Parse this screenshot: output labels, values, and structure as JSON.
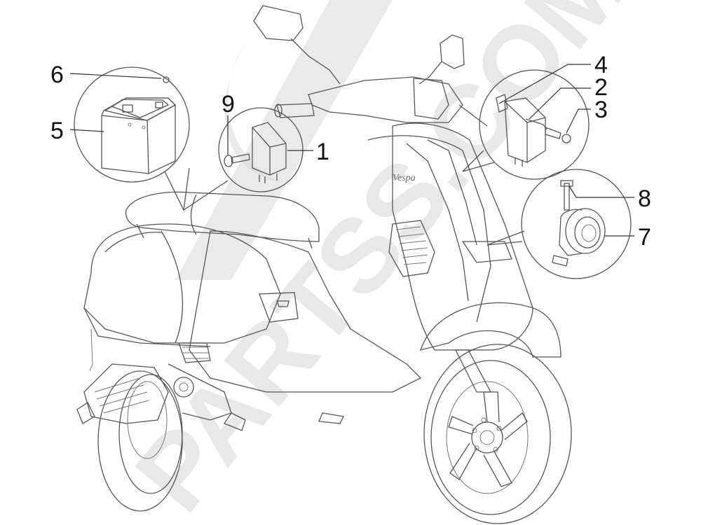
{
  "callouts": {
    "c1": "1",
    "c2": "2",
    "c3": "3",
    "c4": "4",
    "c5": "5",
    "c6": "6",
    "c7": "7",
    "c8": "8",
    "c9": "9"
  },
  "branding": {
    "logo_text": "Vespa",
    "watermark": "PARTSS.COM"
  },
  "colors": {
    "line": "#555555",
    "watermark": "#d9d9d9",
    "text": "#111111"
  }
}
